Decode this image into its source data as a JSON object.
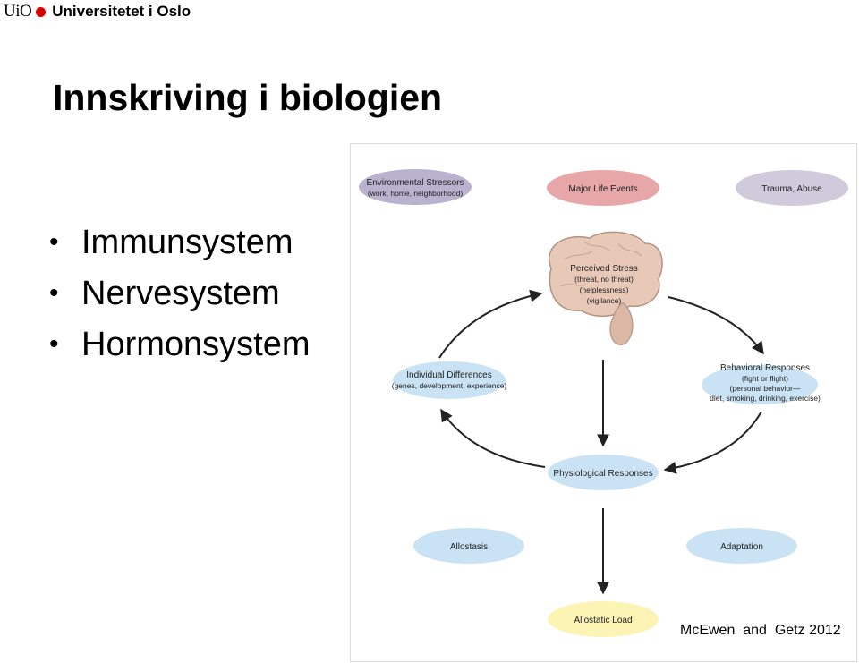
{
  "logo": {
    "uio": "UiO",
    "name": "Universitetet i Oslo"
  },
  "slide": {
    "title": "Innskriving i biologien",
    "bullets": [
      "Immunsystem",
      "Nervesystem",
      "Hormonsystem"
    ]
  },
  "diagram": {
    "stressor_env_1": "Environmental Stressors",
    "stressor_env_2": "(work, home, neighborhood)",
    "major_life": "Major Life Events",
    "trauma": "Trauma, Abuse",
    "perceived_1": "Perceived Stress",
    "perceived_2": "(threat, no threat)",
    "perceived_3": "(helplessness)",
    "perceived_4": "(vigilance)",
    "individual_1": "Individual Differences",
    "individual_2": "(genes, development, experience)",
    "behavioral_1": "Behavioral Responses",
    "behavioral_2": "(fight or flight)",
    "behavioral_3": "(personal behavior—",
    "behavioral_4": "diet, smoking, drinking, exercise)",
    "physiological": "Physiological Responses",
    "allostasis": "Allostasis",
    "adaptation": "Adaptation",
    "allostatic_load": "Allostatic Load",
    "colors": {
      "purple": "#b9b3cf",
      "pink": "#e7a7a9",
      "lightpurple": "#cfcbdd",
      "blue": "#c9e3f5",
      "yellow": "#fbf4b4",
      "brain": "#e8c9b8",
      "border": "#dddddd"
    }
  },
  "citation": "McEwen  and  Getz 2012"
}
